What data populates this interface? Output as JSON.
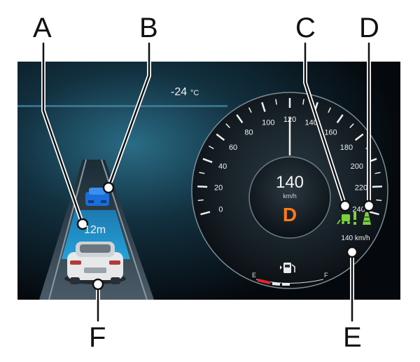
{
  "callouts": {
    "A": "A",
    "B": "B",
    "C": "C",
    "D": "D",
    "E": "E",
    "F": "F"
  },
  "cluster": {
    "outside_temp_value": "-24",
    "outside_temp_unit": "°C",
    "distance_label": "12m",
    "speed_value": "140",
    "speed_unit": "km/h",
    "gear": "D",
    "set_speed": "140 km/h",
    "fuel_empty": "E",
    "fuel_full": "F",
    "speedometer_ticks": [
      "0",
      "20",
      "40",
      "60",
      "80",
      "100",
      "120",
      "140",
      "160",
      "180",
      "200",
      "220",
      "240"
    ]
  },
  "colors": {
    "gear": "#ff7a1a",
    "assist_icons": "#7ad13a",
    "lead_car": "#1a6ed8",
    "lane_highlight": "#23a9e6",
    "fuel_low": "#e3262b"
  },
  "icons": {
    "assist_icon_1": "lane-assist-steering-icon",
    "assist_icon_2": "warning-exclamation-icon",
    "assist_icon_3": "lane-keeping-icon",
    "fuel": "fuel-pump-icon"
  }
}
